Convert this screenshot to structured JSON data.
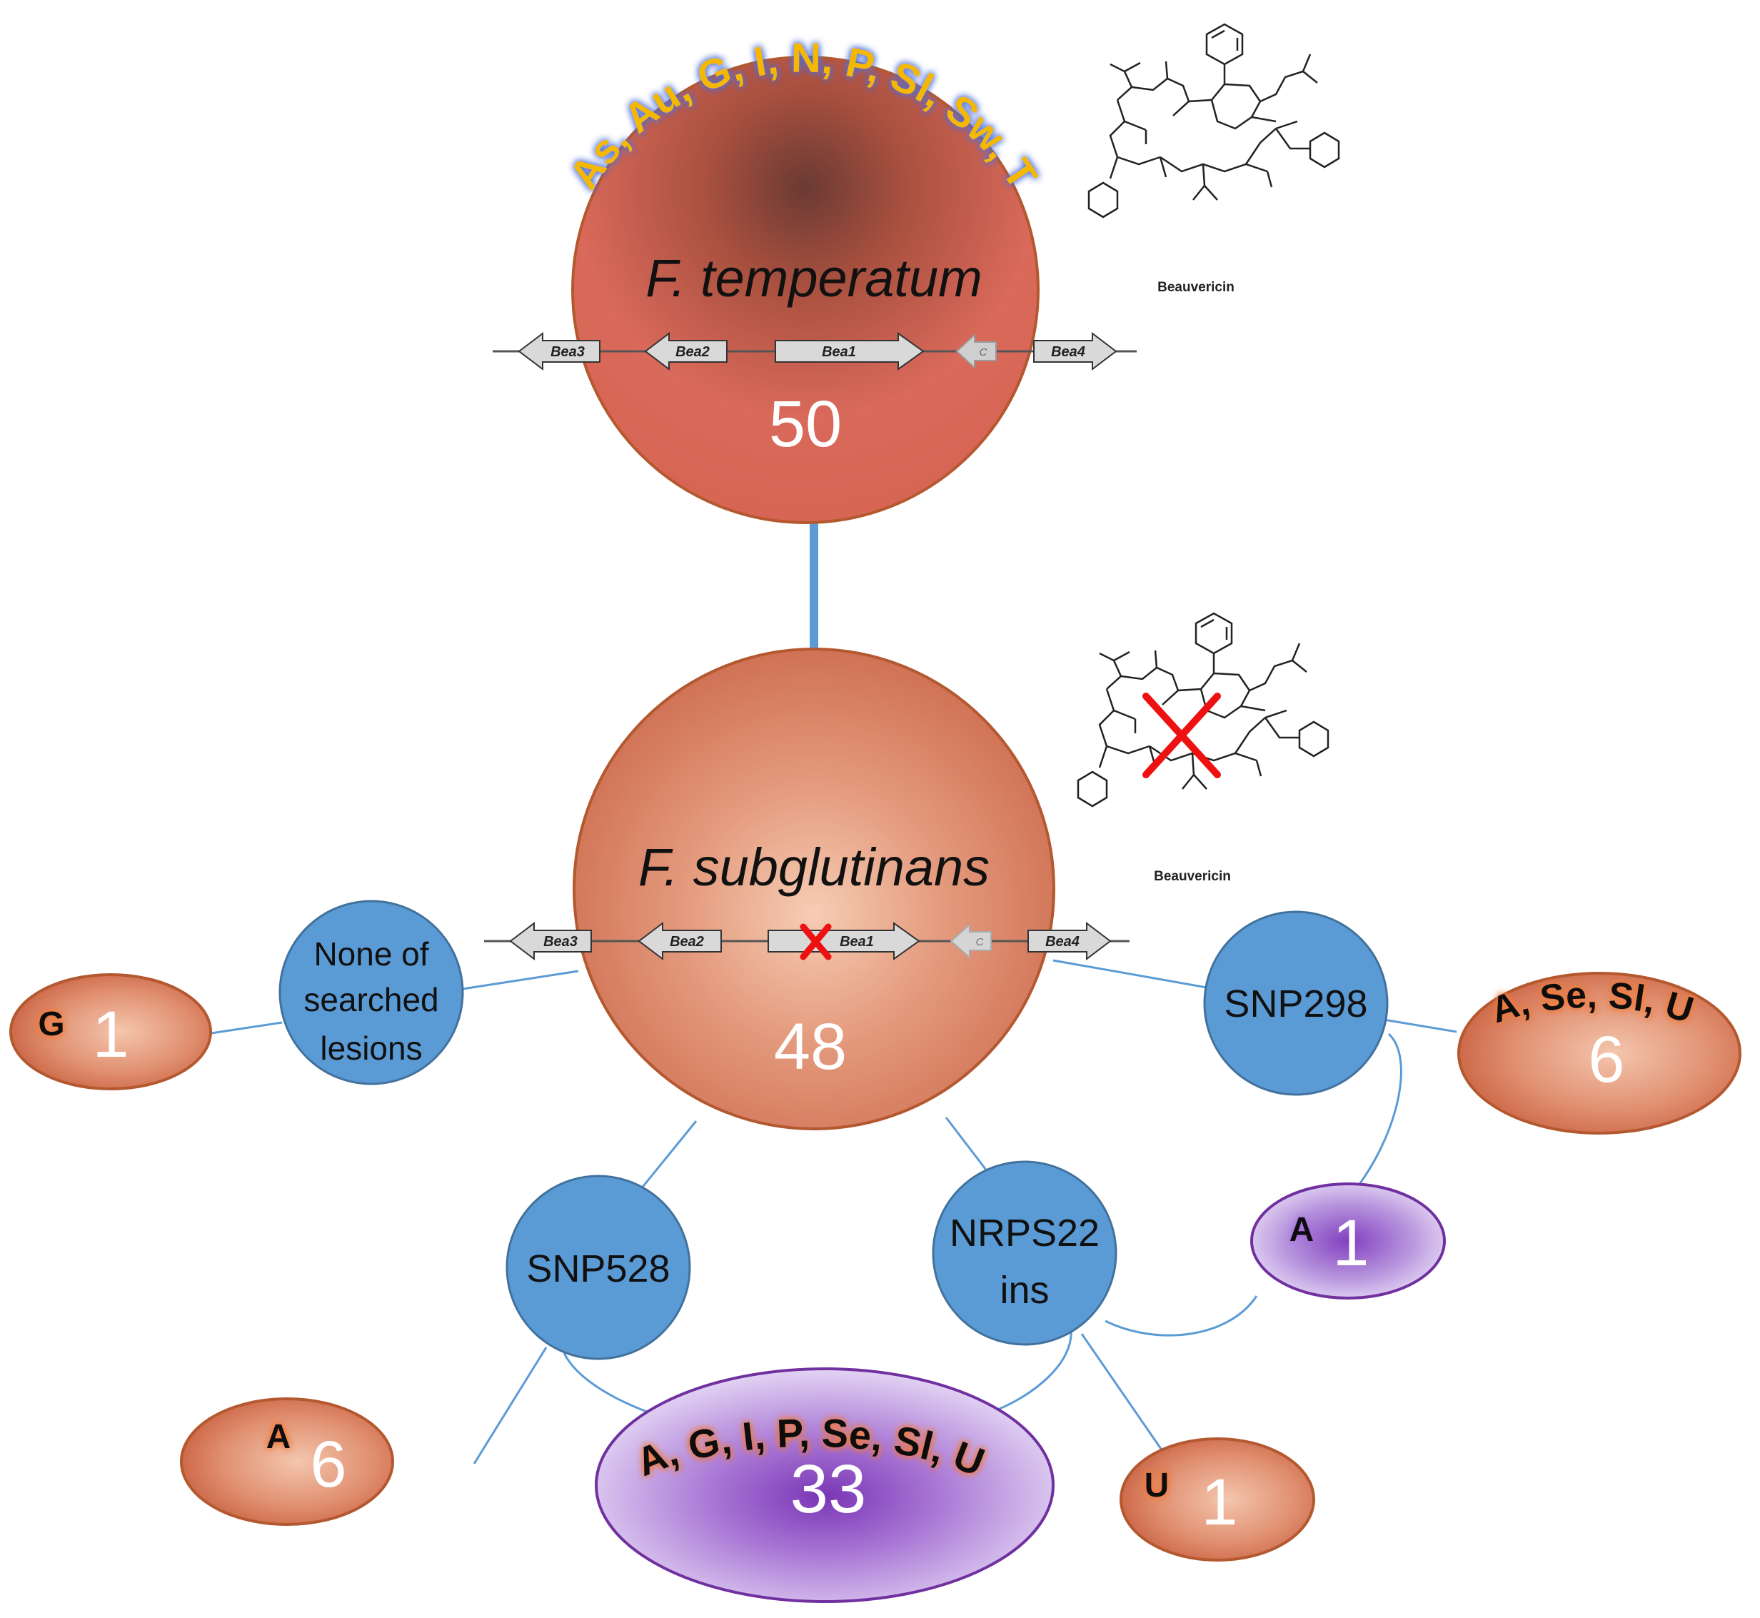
{
  "colors": {
    "orange_fill": "#d96a52",
    "orange_stroke": "#b85a33",
    "blue_fill": "#5b9bd5",
    "blue_stroke": "#41719c",
    "purple_fill": "#7d3db8",
    "purple_light": "#e6dcf6",
    "edge_blue": "#5b9bd5",
    "cross_red": "#ee1111",
    "halo_orange": "#f07a3c",
    "yellow_text": "#f5b800"
  },
  "top_node": {
    "species": "F. temperatum",
    "count": "50",
    "regions": [
      "As",
      "Au",
      "G",
      "I",
      "N",
      "P",
      "Sl",
      "Sw",
      "T"
    ],
    "region_text": "As, Au, G, I, N, P, Sl, Sw, T"
  },
  "genes": {
    "bea3": "Bea3",
    "bea2": "Bea2",
    "bea1": "Bea1",
    "c": "C",
    "bea4": "Bea4"
  },
  "chemical": {
    "label": "Beauvericin"
  },
  "mid_node": {
    "species": "F. subglutinans",
    "count": "48"
  },
  "lesion_nodes": {
    "none": [
      "None of",
      "searched",
      "lesions"
    ],
    "snp298": "SNP298",
    "snp528": "SNP528",
    "nrps22": [
      "NRPS22",
      "ins"
    ]
  },
  "haplotypes": {
    "g1": {
      "regions": "G",
      "count": "1"
    },
    "a_se_sl_u": {
      "regions": "A, Se, Sl, U",
      "count": "6"
    },
    "a1": {
      "regions": "A",
      "count": "1"
    },
    "a6": {
      "regions": "A",
      "count": "6"
    },
    "big": {
      "regions": "A, G, I, P, Se, Sl, U",
      "count": "33"
    },
    "u1": {
      "regions": "U",
      "count": "1"
    }
  }
}
